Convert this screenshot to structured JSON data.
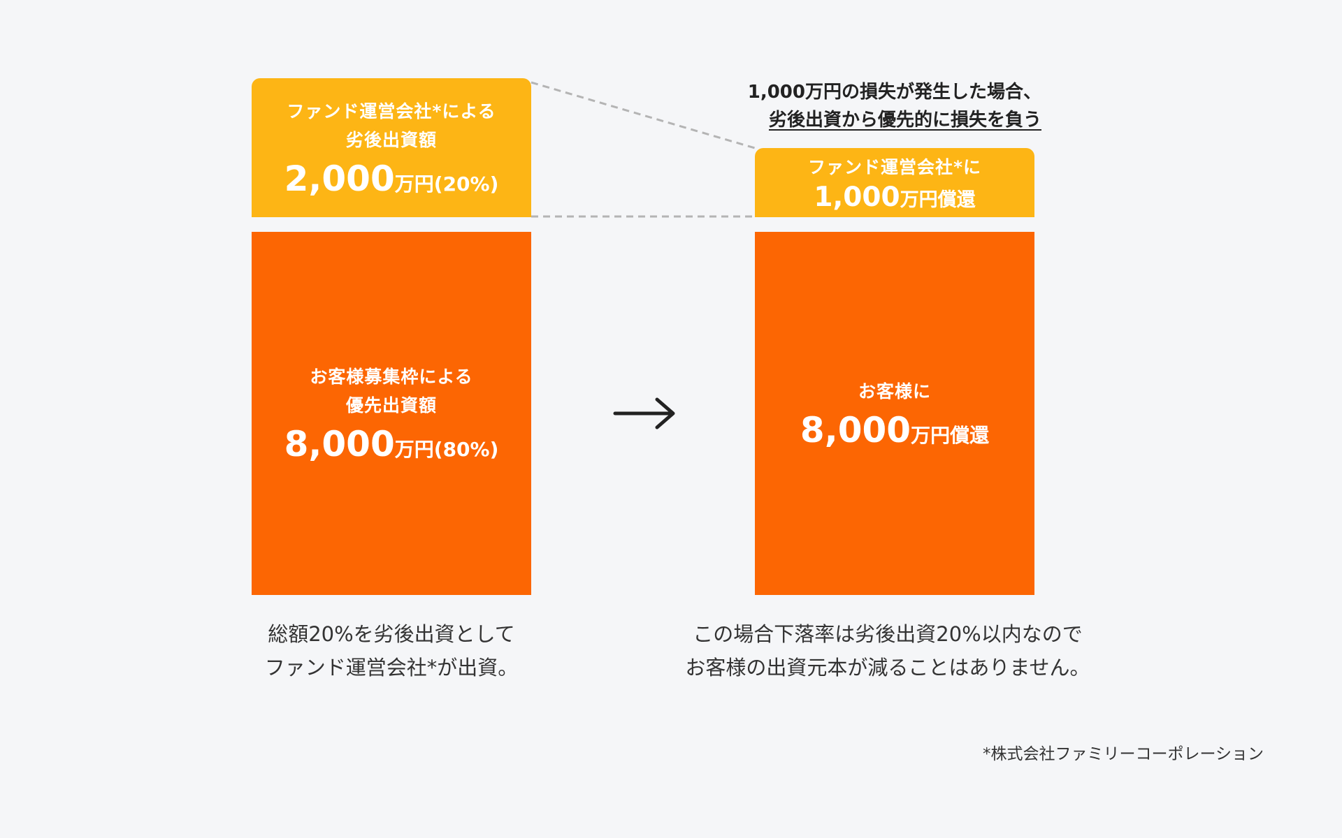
{
  "colors": {
    "subordinate": "#fdb515",
    "priority": "#fc6603",
    "dashed_line": "#b4b4b4",
    "background": "#f5f6f8"
  },
  "left": {
    "sub_box": {
      "line1": "ファンド運営会社*による",
      "line2": "劣後出資額",
      "amount": "2,000",
      "unit": "万円(20%)"
    },
    "main_box": {
      "line1": "お客様募集枠による",
      "line2": "優先出資額",
      "amount": "8,000",
      "unit": "万円(80%)"
    },
    "caption": {
      "line1": "総額20%を劣後出資として",
      "line2": "ファンド運営会社*が出資。"
    }
  },
  "arrow": {
    "icon": "right-arrow-icon",
    "glyph": "→"
  },
  "right": {
    "loss_note": {
      "line1": "1,000万円の損失が発生した場合、",
      "line2": "劣後出資から優先的に損失を負う"
    },
    "sub_box": {
      "line1": "ファンド運営会社*に",
      "amount": "1,000",
      "unit": "万円償還"
    },
    "main_box": {
      "line1": "お客様に",
      "amount": "8,000",
      "unit": "万円償還"
    },
    "caption": {
      "line1": "この場合下落率は劣後出資20%以内なので",
      "line2": "お客様の出資元本が減ることはありません。"
    }
  },
  "footnote": "*株式会社ファミリーコーポレーション"
}
